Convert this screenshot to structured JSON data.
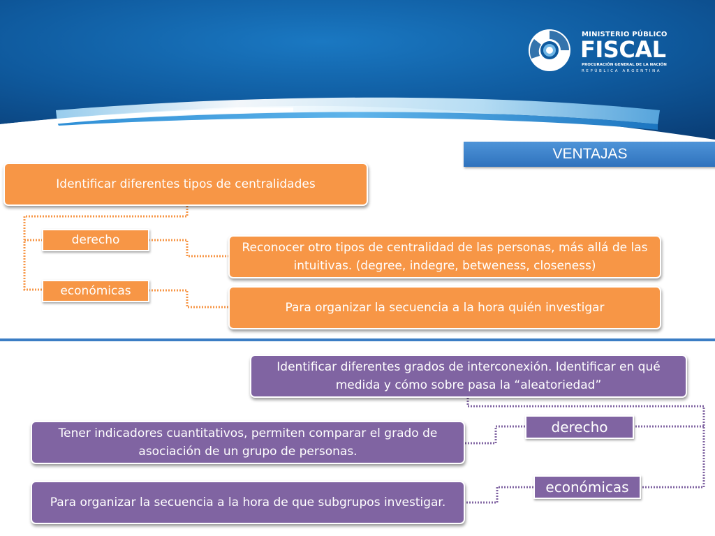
{
  "logo": {
    "top_text": "MINISTERIO PÚBLICO",
    "main_text": "FISCAL",
    "sub_text": "PROCURACIÓN GENERAL DE LA NACIÓN",
    "country_text": "REPÚBLICA ARGENTINA"
  },
  "header": {
    "ventajas": "VENTAJAS"
  },
  "top_diagram": {
    "root": "Identificar diferentes tipos de centralidades",
    "tag_derecho": "derecho",
    "tag_economicas": "económicas",
    "box_derecho": "Reconocer otro tipos de centralidad de las personas, más allá de las intuitivas. (degree, indegre, betweness, closeness)",
    "box_economicas": "Para organizar la secuencia a la hora quién investigar"
  },
  "bottom_diagram": {
    "root": "Identificar diferentes grados de interconexión. Identificar en qué medida y cómo sobre pasa la “aleatoriedad”",
    "tag_derecho": "derecho",
    "tag_economicas": "económicas",
    "box_derecho": "Tener indicadores cuantitativos, permiten comparar el grado de asociación de un grupo de personas.",
    "box_economicas": "Para organizar la secuencia a la hora de que subgrupos investigar."
  },
  "colors": {
    "orange": "#f79646",
    "purple": "#8064a2",
    "header_blue": "#0b4f8c",
    "accent_blue": "#3b7dc4"
  }
}
